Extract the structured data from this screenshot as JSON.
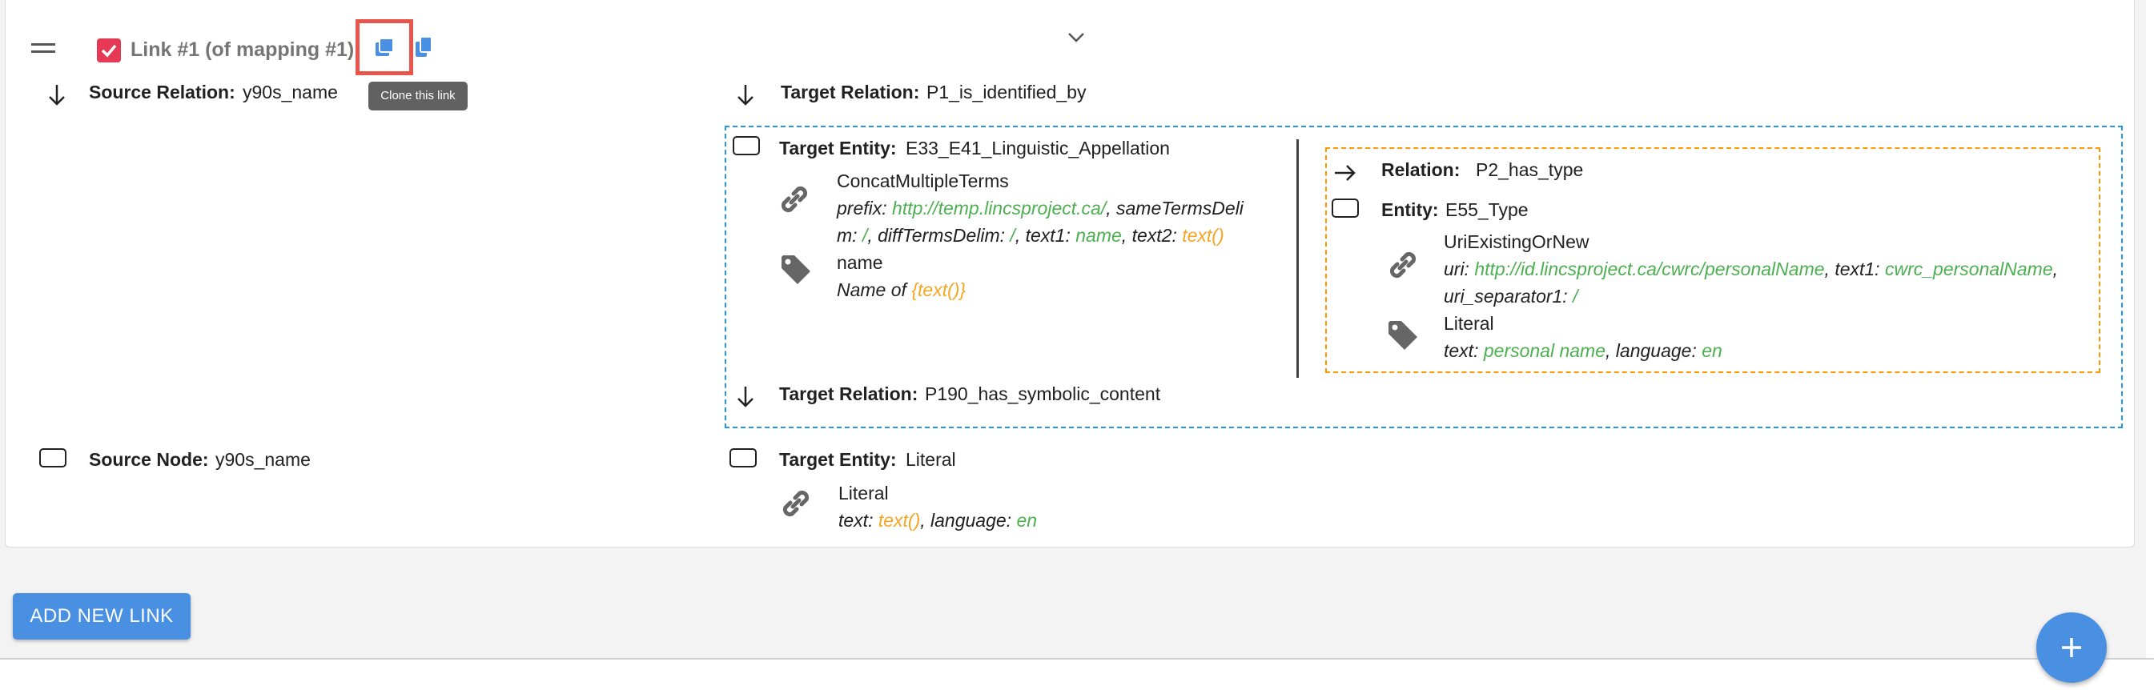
{
  "link": {
    "title": "Link #1 (of mapping #1)",
    "checked": true,
    "clone_tooltip": "Clone this link"
  },
  "source": {
    "relation_label": "Source Relation:",
    "relation_value": "y90s_name",
    "node_label": "Source Node:",
    "node_value": "y90s_name"
  },
  "target": {
    "relation_label": "Target Relation:",
    "relation_value": "P1_is_identified_by",
    "entity_label": "Target Entity:",
    "entity_value": "E33_E41_Linguistic_Appellation",
    "function_name": "ConcatMultipleTerms",
    "args_line1": {
      "k1": "prefix:",
      "v1": "http://temp.lincsproject.ca/",
      "sep1": ", ",
      "k2": "sameTermsDeli"
    },
    "args_line2": {
      "k2b": "m:",
      "v2": "/",
      "sep2": ", ",
      "k3": "diffTermsDelim:",
      "v3": "/",
      "sep3": ", ",
      "k4": "text1:",
      "v4": "name",
      "sep4": ", ",
      "k5": "text2:",
      "v5": "text()"
    },
    "label_name": "name",
    "label_template_prefix": "Name of",
    "label_template_value": "{text()}",
    "inner_relation_label": "Relation:",
    "inner_relation_value": "P2_has_type",
    "inner_entity_label": "Entity:",
    "inner_entity_value": "E55_Type",
    "inner_function": "UriExistingOrNew",
    "inner_args_line1": {
      "k1": "uri:",
      "v1": "http://id.lincsproject.ca/cwrc/personalName",
      "sep1": ", ",
      "k2": "text1:",
      "v2": "cwrc_personalName",
      "sep2": ","
    },
    "inner_args_line2": {
      "k3": "uri_separator1:",
      "v3": "/"
    },
    "inner_literal": "Literal",
    "inner_literal_args": {
      "k1": "text:",
      "v1": "personal name",
      "sep1": ", ",
      "k2": "language:",
      "v2": "en"
    },
    "relation2_label": "Target Relation:",
    "relation2_value": "P190_has_symbolic_content",
    "entity2_label": "Target Entity:",
    "entity2_value": "Literal",
    "entity2_function": "Literal",
    "entity2_args": {
      "k1": "text:",
      "v1": "text()",
      "sep1": ", ",
      "k2": "language:",
      "v2": "en"
    }
  },
  "footer": {
    "add_button": "ADD NEW LINK",
    "fab_icon": "plus-icon"
  },
  "colors": {
    "accent": "#4a90e2",
    "checkbox": "#e53955",
    "green": "#4caf50",
    "orange": "#f5a623",
    "blue_dashed": "#2196f3",
    "orange_dashed": "#ff9800",
    "highlight": "#e8554c"
  },
  "icons": [
    "drag-handle-icon",
    "checkbox-icon",
    "clone-icon",
    "copy-icon",
    "chevron-down-icon",
    "arrow-down-icon",
    "entity-box-icon",
    "link-icon",
    "tag-icon",
    "arrow-right-icon",
    "plus-icon"
  ]
}
